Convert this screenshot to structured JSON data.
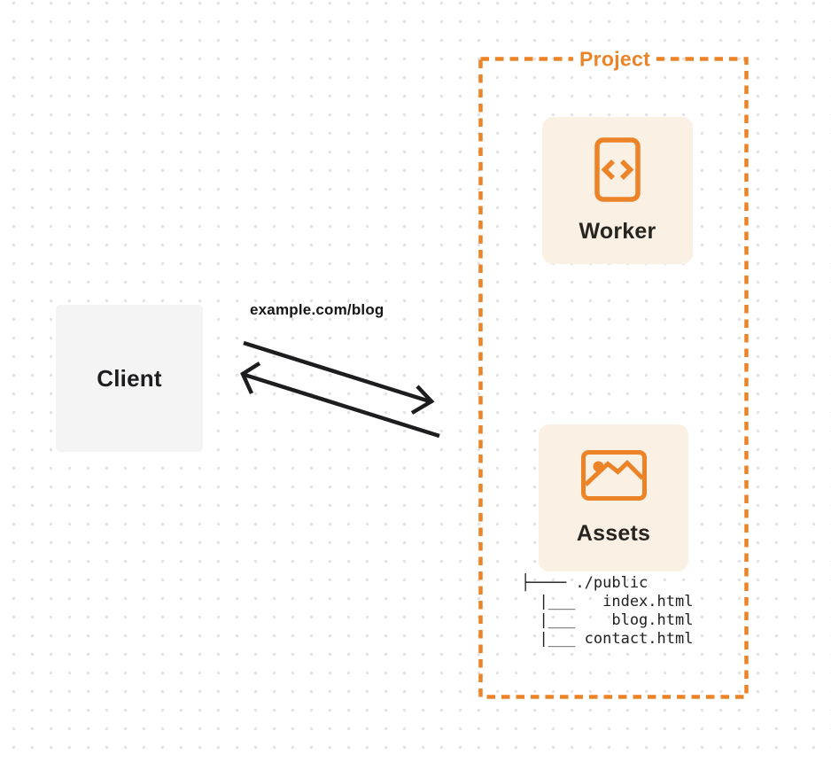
{
  "diagram": {
    "client": {
      "label": "Client"
    },
    "request": {
      "label": "example.com/blog"
    },
    "project": {
      "label": "Project",
      "worker": {
        "label": "Worker",
        "icon": "code-file-icon"
      },
      "assets": {
        "label": "Assets",
        "icon": "image-icon",
        "file_tree": "├──── ./public\n  |___   index.html\n  |___    blog.html\n  |___ contact.html"
      }
    },
    "colors": {
      "accent_orange": "#ED8327",
      "card_background": "#FAF0E4",
      "client_background": "#F4F4F5",
      "ink": "#1D1D1F"
    }
  }
}
